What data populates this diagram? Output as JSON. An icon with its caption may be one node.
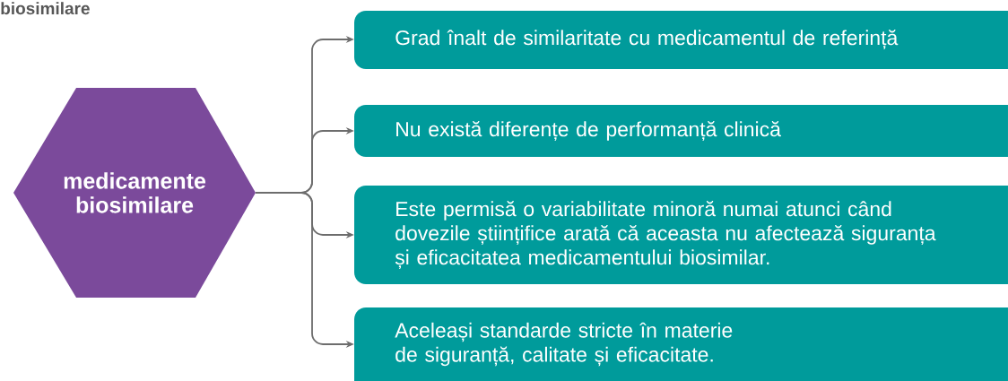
{
  "diagram": {
    "title": "biosimilare",
    "nodes": [
      {
        "text": [
          "medicamente biosimilare"
        ]
      },
      {
        "text": [
          "Grad înalt de similaritate cu medicamentul de referință"
        ]
      },
      {
        "text": [
          "Nu există diferențe de performanță clinică"
        ]
      },
      {
        "text": [
          "Este permisă o variabilitate minoră numai atunci când dovezile științifice arată că aceasta nu afectează siguranța și eficacitatea medicamentului biosimilar."
        ]
      },
      {
        "text": [
          "Aceleași standarde stricte în materie de siguranță, calitate și eficacitate."
        ]
      }
    ],
    "edges": [
      {
        "from": 0,
        "to": 1,
        "arrow": "to"
      },
      {
        "from": 0,
        "to": 2,
        "arrow": "to"
      },
      {
        "from": 0,
        "to": 3,
        "arrow": "to"
      },
      {
        "from": 0,
        "to": 4,
        "arrow": "to"
      }
    ]
  }
}
